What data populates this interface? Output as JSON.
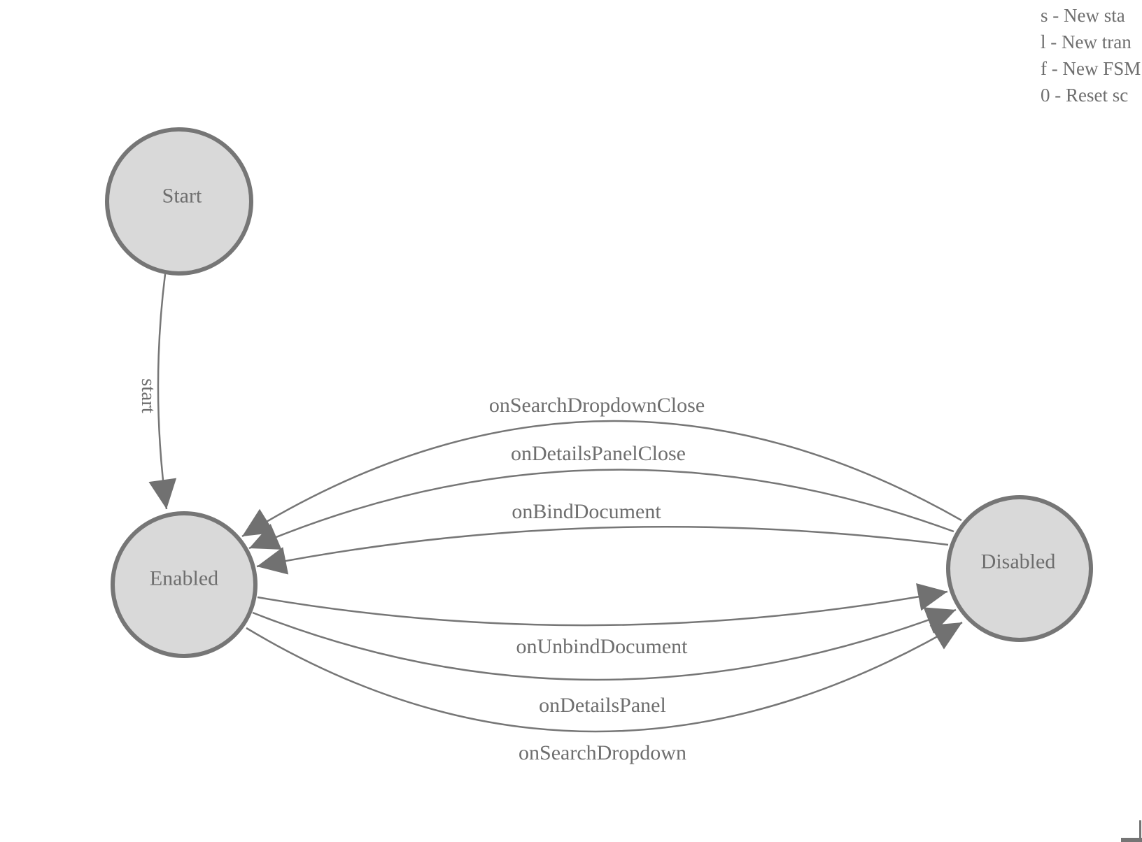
{
  "legend": {
    "lines": [
      "s - New sta",
      "l - New tran",
      "f - New FSM",
      "0 - Reset sc"
    ]
  },
  "diagram": {
    "type": "fsm-state-diagram",
    "colors": {
      "node_fill": "#d9d9d9",
      "node_stroke": "#767676",
      "edge_stroke": "#767676",
      "arrowhead_fill": "#717171",
      "label_text": "#6e6e6e",
      "background": "#ffffff"
    },
    "nodes": [
      {
        "label": "Start"
      },
      {
        "label": "Enabled"
      },
      {
        "label": "Disabled"
      }
    ],
    "edges": [
      {
        "label": "start",
        "from": "Start",
        "to": "Enabled"
      },
      {
        "label": "onSearchDropdownClose",
        "from": "Disabled",
        "to": "Enabled"
      },
      {
        "label": "onDetailsPanelClose",
        "from": "Disabled",
        "to": "Enabled"
      },
      {
        "label": "onBindDocument",
        "from": "Disabled",
        "to": "Enabled"
      },
      {
        "label": "onUnbindDocument",
        "from": "Enabled",
        "to": "Disabled"
      },
      {
        "label": "onDetailsPanel",
        "from": "Enabled",
        "to": "Disabled"
      },
      {
        "label": "onSearchDropdown",
        "from": "Enabled",
        "to": "Disabled"
      }
    ]
  }
}
